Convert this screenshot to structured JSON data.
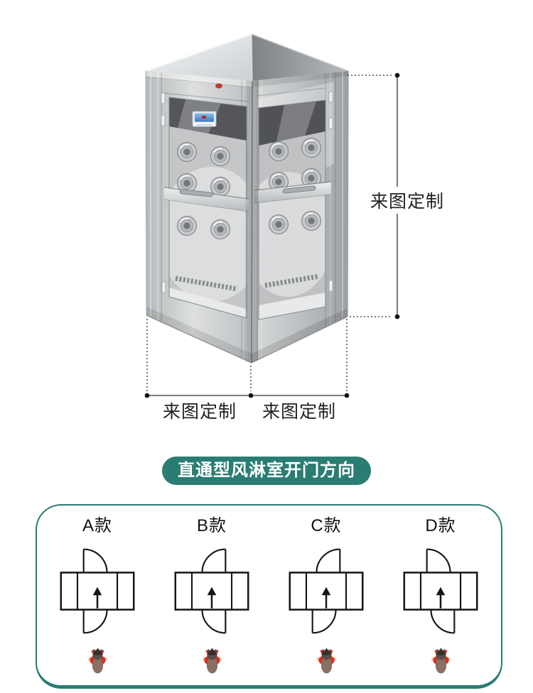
{
  "product_image": {
    "dim_right_label": "来图定制",
    "dim_bottom_left_label": "来图定制",
    "dim_bottom_right_label": "来图定制"
  },
  "section_title": "直通型风淋室开门方向",
  "door_options": [
    {
      "label": "A款",
      "top_hinge": "left",
      "bottom_hinge": "left"
    },
    {
      "label": "B款",
      "top_hinge": "right",
      "bottom_hinge": "right"
    },
    {
      "label": "C款",
      "top_hinge": "right",
      "bottom_hinge": "left"
    },
    {
      "label": "D款",
      "top_hinge": "left",
      "bottom_hinge": "right"
    }
  ],
  "colors": {
    "teal": "#2a7d72",
    "label_ink": "#222222",
    "diagram_stroke": "#161616"
  }
}
